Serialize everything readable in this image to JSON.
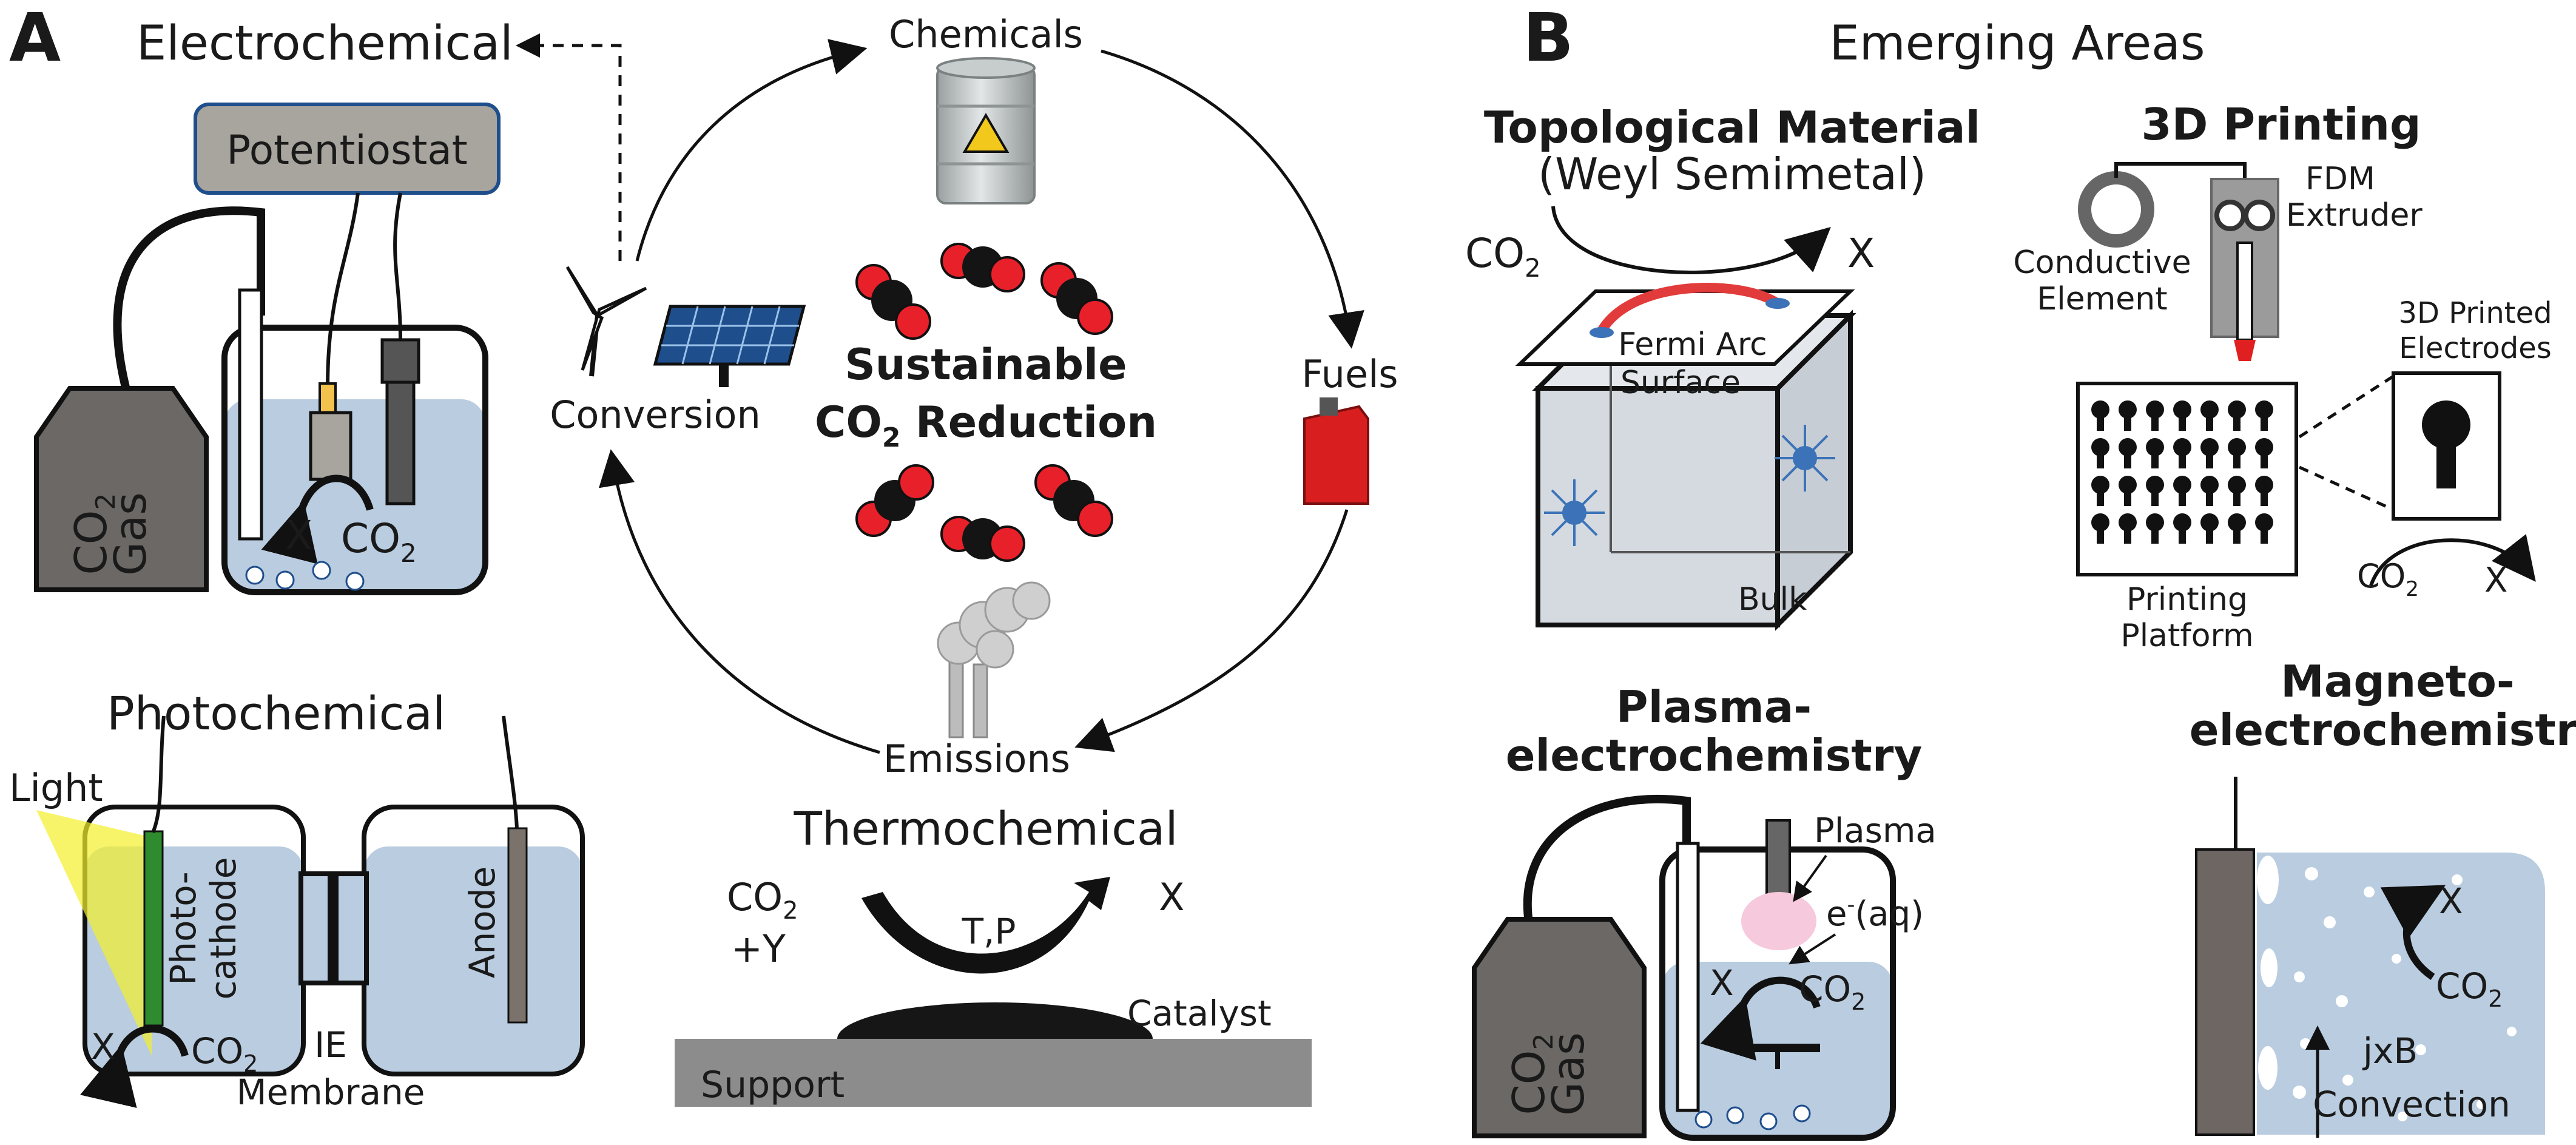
{
  "panel_a": {
    "letter": "A",
    "electrochemical": {
      "title": "Electrochemical",
      "potentiostat": "Potentiostat",
      "gas_co": "CO",
      "gas_sub": "2",
      "gas_word": "Gas",
      "product": "X",
      "reactant": "CO",
      "reactant_sub": "2"
    },
    "cycle": {
      "chemicals": "Chemicals",
      "fuels": "Fuels",
      "emissions": "Emissions",
      "conversion": "Conversion",
      "center_line1": "Sustainable",
      "center_line2_a": "CO",
      "center_line2_sub": "2",
      "center_line2_b": " Reduction"
    },
    "photochemical": {
      "title": "Photochemical",
      "light": "Light",
      "photocathode_1": "Photo-",
      "photocathode_2": "cathode",
      "anode": "Anode",
      "membrane_1": "IE",
      "membrane_2": "Membrane",
      "product": "X",
      "reactant": "CO",
      "reactant_sub": "2"
    },
    "thermochemical": {
      "title": "Thermochemical",
      "reactant": "CO",
      "reactant_sub": "2",
      "coreactant": "+Y",
      "conditions": "T,P",
      "product": "X",
      "catalyst": "Catalyst",
      "support": "Support"
    }
  },
  "panel_b": {
    "letter": "B",
    "title": "Emerging Areas",
    "topological": {
      "title": "Topological Material",
      "subtitle": "(Weyl Semimetal)",
      "reactant": "CO",
      "reactant_sub": "2",
      "product": "X",
      "fermi_1": "Fermi Arc",
      "fermi_2": "Surface",
      "bulk": "Bulk"
    },
    "printing": {
      "title": "3D Printing",
      "fdm_1": "FDM",
      "fdm_2": "Extruder",
      "conductive_1": "Conductive",
      "conductive_2": "Element",
      "electrodes_1": "3D Printed",
      "electrodes_2": "Electrodes",
      "platform_1": "Printing",
      "platform_2": "Platform",
      "reactant": "CO",
      "reactant_sub": "2",
      "product": "X"
    },
    "plasma": {
      "title_1": "Plasma-",
      "title_2": "electrochemistry",
      "plasma": "Plasma",
      "electron": "e",
      "electron_sup": "-",
      "electron_aq": "(aq)",
      "gas_co": "CO",
      "gas_sub": "2",
      "gas_word": "Gas",
      "product": "X",
      "reactant": "CO",
      "reactant_sub": "2"
    },
    "magneto": {
      "title_1": "Magneto-",
      "title_2": "electrochemistry",
      "product": "X",
      "reactant": "CO",
      "reactant_sub": "2",
      "force": "jxB",
      "convection": "Convection"
    }
  },
  "colors": {
    "electrolyte": "#b9cce0",
    "potentiostat": "#a8a49e",
    "gas_cylinder": "#6b6865",
    "catalyst": "#161616",
    "support": "#8c8c8c",
    "oxygen_red": "#e8202a",
    "carbon_black": "#141414",
    "panel_blue": "#1f4e8c",
    "light_yellow": "#f3ef2a",
    "photocathode_green": "#2e8b2e",
    "plasma_pink": "#f6c9dc",
    "fermi_red": "#e23b3b",
    "nozzle_red": "#e02020"
  }
}
